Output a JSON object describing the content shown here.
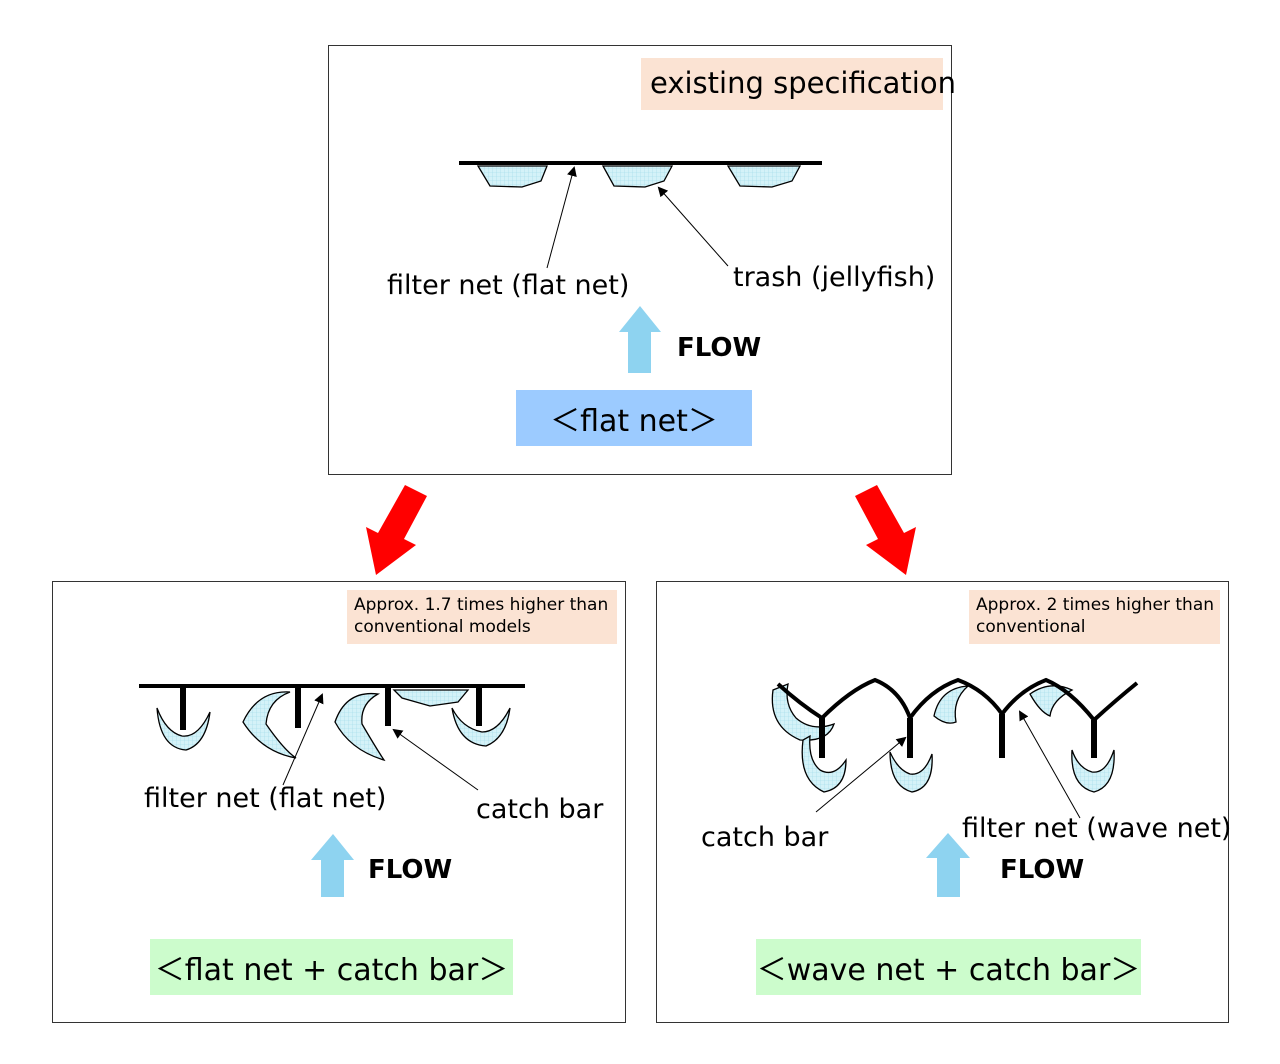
{
  "top": {
    "tag": "existing specification",
    "label_net": "filter net (flat net)",
    "label_trash": "trash (jellyfish)",
    "flow": "FLOW",
    "caption": "＜flat net＞",
    "caption_color": "#9ccbff"
  },
  "left": {
    "tag_line1": "Approx. 1.7 times higher than",
    "tag_line2": "conventional models",
    "label_net": "filter net (flat net)",
    "label_bar": "catch bar",
    "flow": "FLOW",
    "caption": "＜flat net + catch bar＞",
    "caption_color": "#ccfccc"
  },
  "right": {
    "tag_line1": "Approx. 2 times higher than",
    "tag_line2": "conventional",
    "label_bar": "catch bar",
    "label_net": "filter net (wave net)",
    "flow": "FLOW",
    "caption": "＜wave net + catch bar＞",
    "caption_color": "#ccfccc"
  },
  "colors": {
    "tag_bg": "#fbe3d3",
    "flow_arrow": "#8ed3f0",
    "transition_arrow": "#ff0000",
    "jellyfish_fill": "#d4f2f8"
  },
  "icons": [
    "flow-arrow-icon",
    "red-down-arrow-icon",
    "jellyfish-icon"
  ]
}
